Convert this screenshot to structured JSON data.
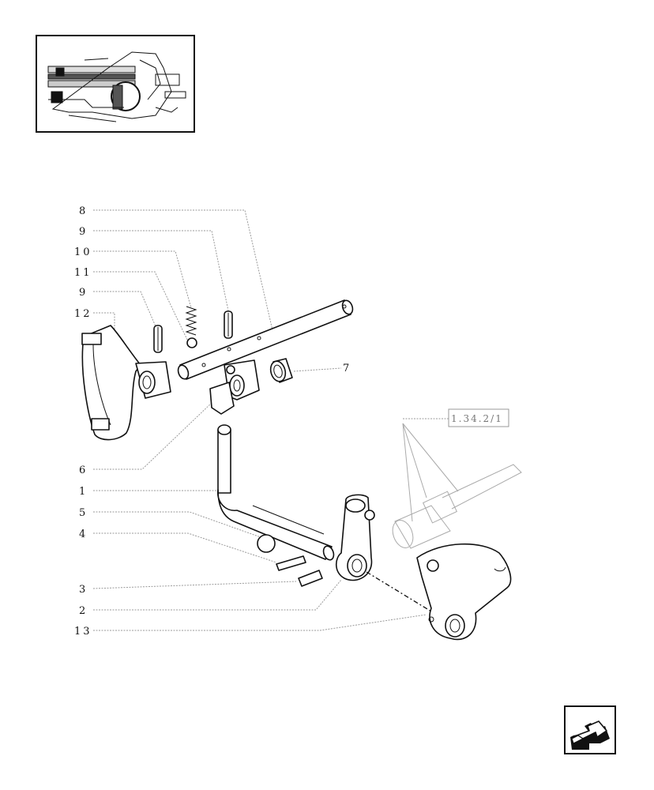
{
  "callouts": {
    "c8": "8",
    "c9a": "9",
    "c10": "10",
    "c11": "11",
    "c9b": "9",
    "c12": "12",
    "c7": "7",
    "c6": "6",
    "c1": "1",
    "c5": "5",
    "c4": "4",
    "c3": "3",
    "c2": "2",
    "c13": "13"
  },
  "reference": {
    "label": "1.34.2/1"
  },
  "icons": {
    "thumbnail": "assembly-location-thumbnail",
    "nav": "previous-page-arrow-icon"
  }
}
